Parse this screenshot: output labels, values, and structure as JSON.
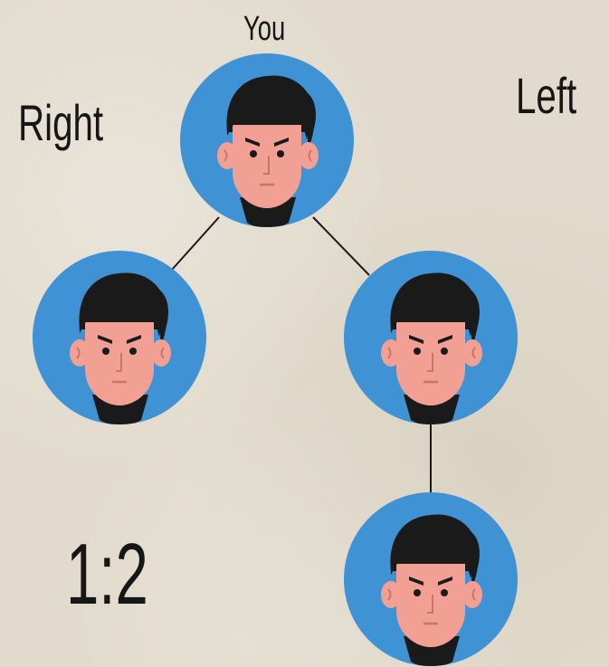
{
  "labels": {
    "you": "You",
    "left": "Left",
    "right": "Right",
    "ratio": "1:2"
  },
  "colors": {
    "background": "#e2dbcd",
    "circle": "#3f92d4",
    "skin": "#f2a093",
    "hair": "#1a1a1a",
    "line": "#1a1a1a"
  },
  "nodes": [
    "you",
    "right-child",
    "left-child",
    "left-grandchild"
  ],
  "icon": "man-avatar-icon"
}
